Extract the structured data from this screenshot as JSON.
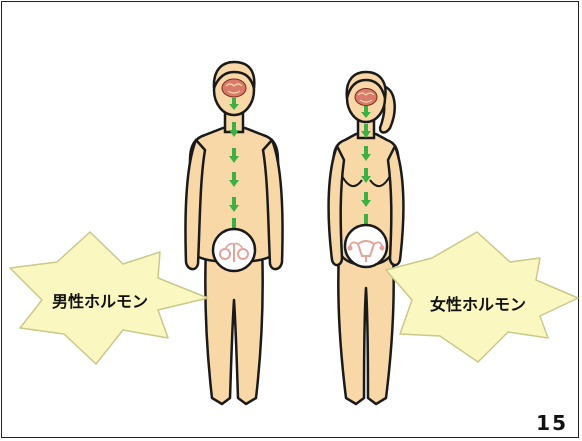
{
  "labels": {
    "male_hormone": "男性ホルモン",
    "female_hormone": "女性ホルモン"
  },
  "page_number": "15",
  "colors": {
    "skin": "#f9d8a8",
    "outline": "#1a1a1a",
    "arrow": "#3cb043",
    "starburst": "#fbf7c0",
    "starburst_edge": "#c9c98a",
    "brain": "#d97a6a",
    "organ": "#e3a39a"
  }
}
